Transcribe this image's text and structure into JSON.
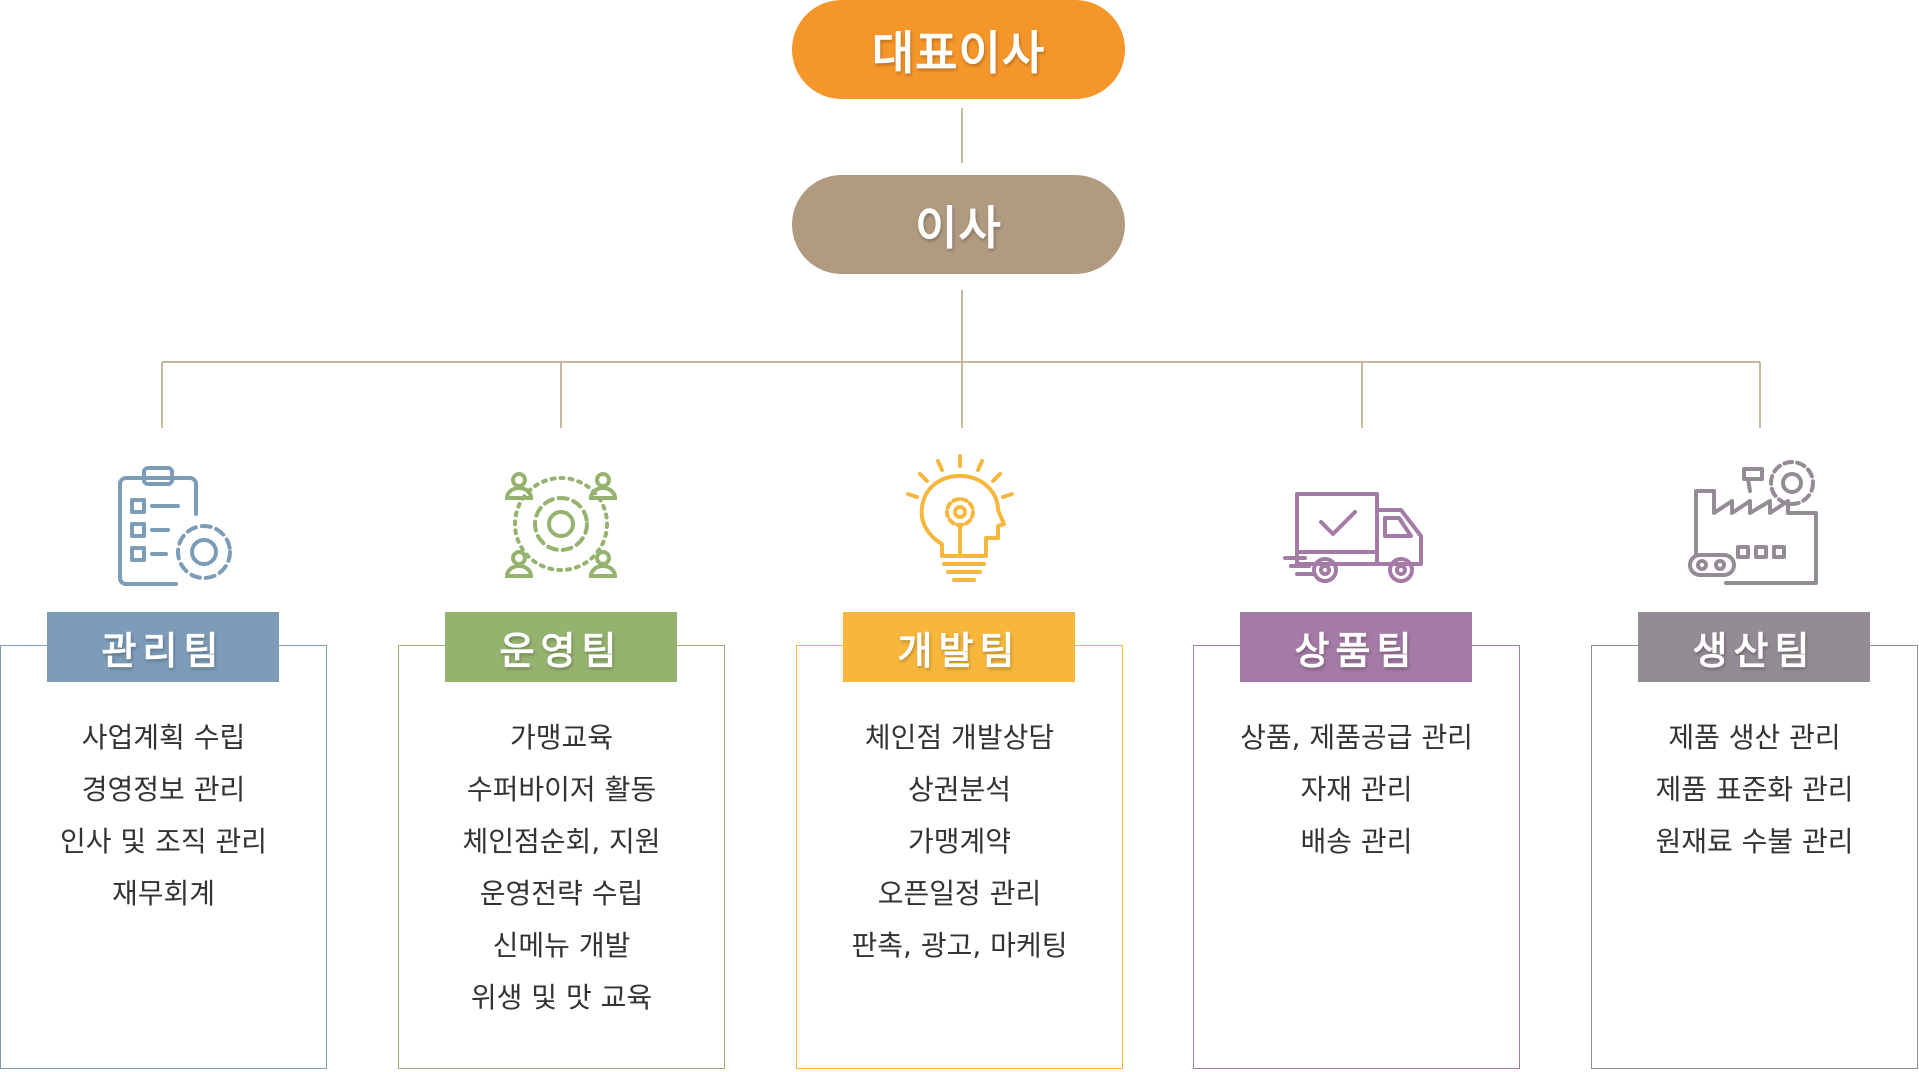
{
  "ceo": "대표이사",
  "director": "이사",
  "teams": [
    {
      "name": "관리팀",
      "icon": "clipboard-gear-icon",
      "color": "#7d9cb8",
      "duties": [
        "사업계획 수립",
        "경영정보 관리",
        "인사 및 조직 관리",
        "재무회계"
      ]
    },
    {
      "name": "운영팀",
      "icon": "gear-people-icon",
      "color": "#95b36f",
      "duties": [
        "가맹교육",
        "수퍼바이저 활동",
        "체인점순회, 지원",
        "운영전략 수립",
        "신메뉴 개발",
        "위생 및 맛 교육"
      ]
    },
    {
      "name": "개발팀",
      "icon": "lightbulb-head-icon",
      "color": "#f6b73c",
      "duties": [
        "체인점 개발상담",
        "상권분석",
        "가맹계약",
        "오픈일정 관리",
        "판촉, 광고, 마케팅"
      ]
    },
    {
      "name": "상품팀",
      "icon": "delivery-truck-icon",
      "color": "#a47aa6",
      "duties": [
        "상품, 제품공급 관리",
        "자재 관리",
        "배송 관리"
      ]
    },
    {
      "name": "생산팀",
      "icon": "factory-gear-icon",
      "color": "#948c94",
      "duties": [
        "제품 생산 관리",
        "제품 표준화 관리",
        "원재료 수불 관리"
      ]
    }
  ]
}
